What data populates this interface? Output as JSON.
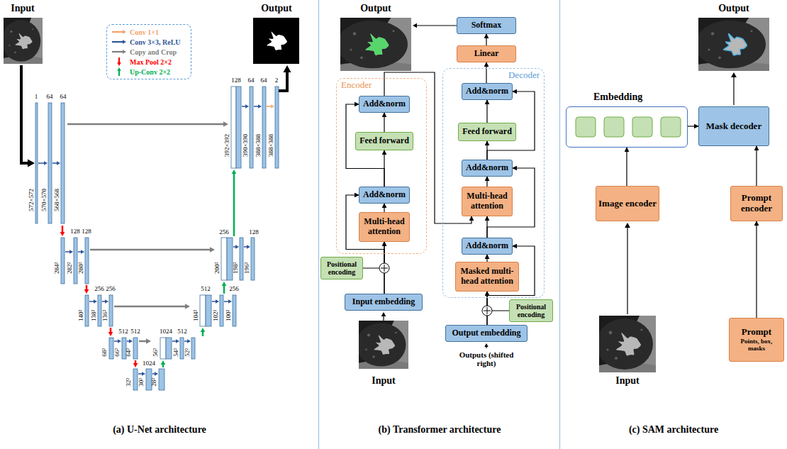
{
  "diagram": {
    "nodes": [
      {
        "text": [
          "Encoder"
        ]
      },
      {
        "text": [
          "Add&norm"
        ],
        "in": 0
      },
      {
        "text": [
          "Feed forward"
        ],
        "in": 0
      },
      {
        "text": [
          "Add&norm"
        ],
        "in": 0
      },
      {
        "text": [
          "Multi-head attention"
        ],
        "in": 0
      },
      {
        "text": [
          "Positional encoding"
        ]
      },
      {
        "text": [
          "Input embedding"
        ]
      },
      {
        "text": [
          "Decoder"
        ]
      },
      {
        "text": [
          "Add&norm"
        ],
        "in": 7
      },
      {
        "text": [
          "Feed forward"
        ],
        "in": 7
      },
      {
        "text": [
          "Add&norm"
        ],
        "in": 7
      },
      {
        "text": [
          "Multi-head attention"
        ],
        "in": 7
      },
      {
        "text": [
          "Add&norm"
        ],
        "in": 7
      },
      {
        "text": [
          "Masked multi-head attention"
        ],
        "in": 7
      },
      {
        "text": [
          "Positional encoding"
        ]
      },
      {
        "text": [
          "Output embedding"
        ]
      },
      {
        "text": [
          "Linear"
        ]
      },
      {
        "text": [
          "Softmax"
        ]
      },
      {
        "text": [
          "Embedding"
        ]
      },
      {
        "text": [
          "Mask decoder"
        ]
      },
      {
        "text": [
          "Image encoder"
        ]
      },
      {
        "text": [
          "Prompt encoder"
        ]
      },
      {
        "text": [
          "Prompt",
          "Points, box, masks"
        ]
      }
    ],
    "edges": [
      {
        "from": 6,
        "to": 4,
        "arrow": "to"
      },
      {
        "from": 5,
        "to": 4,
        "arrow": "to"
      },
      {
        "from": 6,
        "to": 3,
        "arrow": "to"
      },
      {
        "from": 4,
        "to": 3,
        "arrow": "to"
      },
      {
        "from": 3,
        "to": 2,
        "arrow": "to"
      },
      {
        "from": 3,
        "to": 1,
        "arrow": "to"
      },
      {
        "from": 2,
        "to": 1,
        "arrow": "to"
      },
      {
        "from": 1,
        "to": 11,
        "arrow": "to"
      },
      {
        "from": 15,
        "to": 13,
        "arrow": "to"
      },
      {
        "from": 14,
        "to": 13,
        "arrow": "to"
      },
      {
        "from": 13,
        "to": 12,
        "arrow": "to"
      },
      {
        "from": 15,
        "to": 12,
        "arrow": "to"
      },
      {
        "from": 12,
        "to": 11,
        "arrow": "to"
      },
      {
        "from": 12,
        "to": 10,
        "arrow": "to"
      },
      {
        "from": 11,
        "to": 10,
        "arrow": "to"
      },
      {
        "from": 10,
        "to": 9,
        "arrow": "to"
      },
      {
        "from": 10,
        "to": 8,
        "arrow": "to"
      },
      {
        "from": 9,
        "to": 8,
        "arrow": "to"
      },
      {
        "from": 8,
        "to": 16,
        "arrow": "to"
      },
      {
        "from": 16,
        "to": 17,
        "arrow": "to"
      },
      {
        "from": 20,
        "to": 18,
        "arrow": "to"
      },
      {
        "from": 18,
        "to": 19,
        "arrow": "to"
      },
      {
        "from": 21,
        "to": 19,
        "arrow": "to"
      },
      {
        "from": 22,
        "to": 21,
        "arrow": "to"
      }
    ],
    "labels": [
      "Input",
      "Output",
      "1",
      "64",
      "64",
      "572×572",
      "570×570",
      "568×568",
      "128",
      "128",
      "284²",
      "282²",
      "280²",
      "256",
      "256",
      "140²",
      "138²",
      "136²",
      "512",
      "512",
      "68²",
      "66²",
      "64²",
      "1024",
      "32²",
      "30²",
      "28²",
      "1024",
      "512",
      "56²",
      "54²",
      "52²",
      "512",
      "256",
      "104²",
      "102²",
      "100²",
      "256",
      "128",
      "200²",
      "198²",
      "196²",
      "128",
      "64",
      "64",
      "2",
      "392×392",
      "390×390",
      "388×388",
      "388×388",
      "(a) U-Net architecture",
      "Output",
      "Input",
      "Outputs (shifted right)",
      "(b) Transformer architecture",
      "Output",
      "Input",
      "(c) SAM architecture"
    ],
    "legend": [
      {
        "text": "Conv 1×1"
      },
      {
        "text": "Conv 3×3, ReLU"
      },
      {
        "text": "Copy and Crop"
      },
      {
        "text": "Max Pool 2×2"
      },
      {
        "text": "Up-Conv 2×2"
      }
    ]
  }
}
